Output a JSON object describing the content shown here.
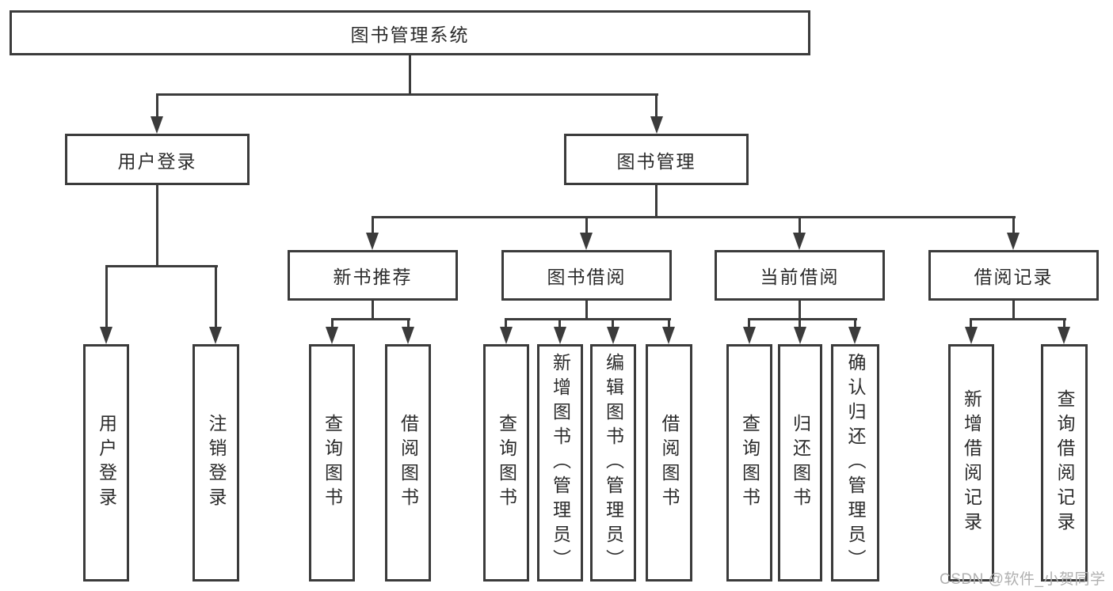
{
  "diagram": {
    "type": "hierarchy-tree",
    "colors": {
      "line": "#3b3b3b",
      "box_border": "#3b3b3b",
      "text": "#2b2b2b",
      "background": "#ffffff",
      "watermark": "#b0b0b0"
    },
    "root": {
      "label": "图书管理系统",
      "children": [
        {
          "label": "用户登录",
          "children": [
            {
              "label": "用户登录"
            },
            {
              "label": "注销登录"
            }
          ]
        },
        {
          "label": "图书管理",
          "children": [
            {
              "label": "新书推荐",
              "children": [
                {
                  "label": "查询图书"
                },
                {
                  "label": "借阅图书"
                }
              ]
            },
            {
              "label": "图书借阅",
              "children": [
                {
                  "label": "查询图书"
                },
                {
                  "label": "新增图书（管理员）"
                },
                {
                  "label": "编辑图书（管理员）"
                },
                {
                  "label": "借阅图书"
                }
              ]
            },
            {
              "label": "当前借阅",
              "children": [
                {
                  "label": "查询图书"
                },
                {
                  "label": "归还图书"
                },
                {
                  "label": "确认归还（管理员）"
                }
              ]
            },
            {
              "label": "借阅记录",
              "children": [
                {
                  "label": "新增借阅记录"
                },
                {
                  "label": "查询借阅记录"
                }
              ]
            }
          ]
        }
      ]
    },
    "watermark": {
      "text": "CSDN @软件_小贺同学"
    }
  }
}
